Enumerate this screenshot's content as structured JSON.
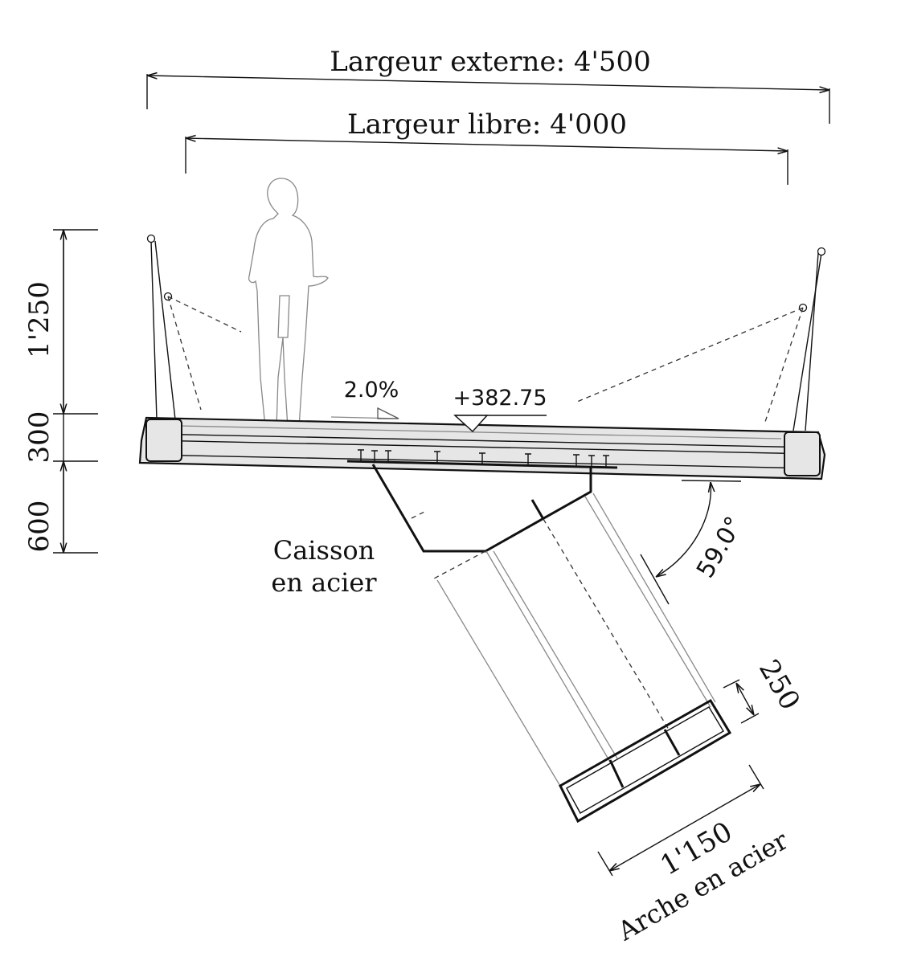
{
  "dimensions": {
    "outer_width": "Largeur externe: 4'500",
    "clear_width": "Largeur libre: 4'000",
    "railing_height": "1'250",
    "deck_height": "300",
    "box_height": "600",
    "arch_thickness": "250",
    "arch_width": "1'150"
  },
  "annotations": {
    "slope": "2.0%",
    "elevation": "+382.75",
    "angle": "59.0°",
    "box_label_line1": "Caisson",
    "box_label_line2": "en acier",
    "arch_label": "Arche en acier"
  }
}
